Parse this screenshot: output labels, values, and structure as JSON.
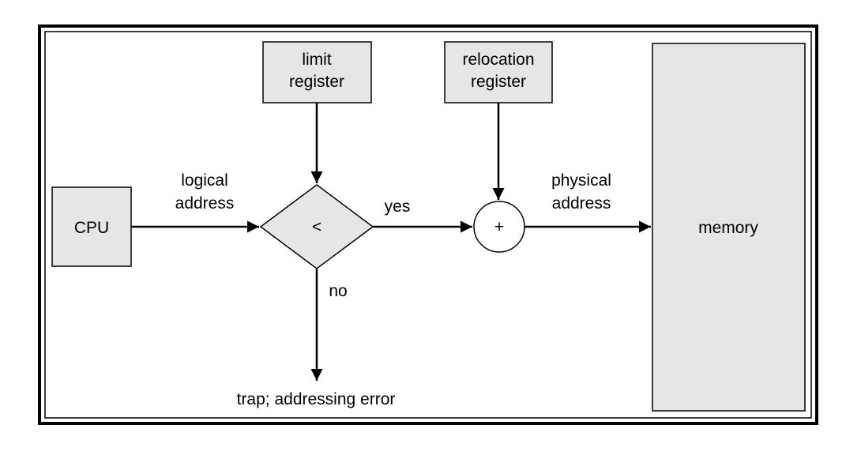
{
  "colors": {
    "box_fill": "#e6e6e6",
    "stroke": "#000000",
    "background": "#ffffff"
  },
  "limit_register": {
    "line1": "limit",
    "line2": "register"
  },
  "relocation_register": {
    "line1": "relocation",
    "line2": "register"
  },
  "cpu": {
    "label": "CPU"
  },
  "memory": {
    "label": "memory"
  },
  "comparator": {
    "symbol": "<"
  },
  "adder": {
    "symbol": "+"
  },
  "edges": {
    "logical_address_line1": "logical",
    "logical_address_line2": "address",
    "physical_address_line1": "physical",
    "physical_address_line2": "address",
    "yes": "yes",
    "no": "no",
    "trap": "trap; addressing error"
  }
}
